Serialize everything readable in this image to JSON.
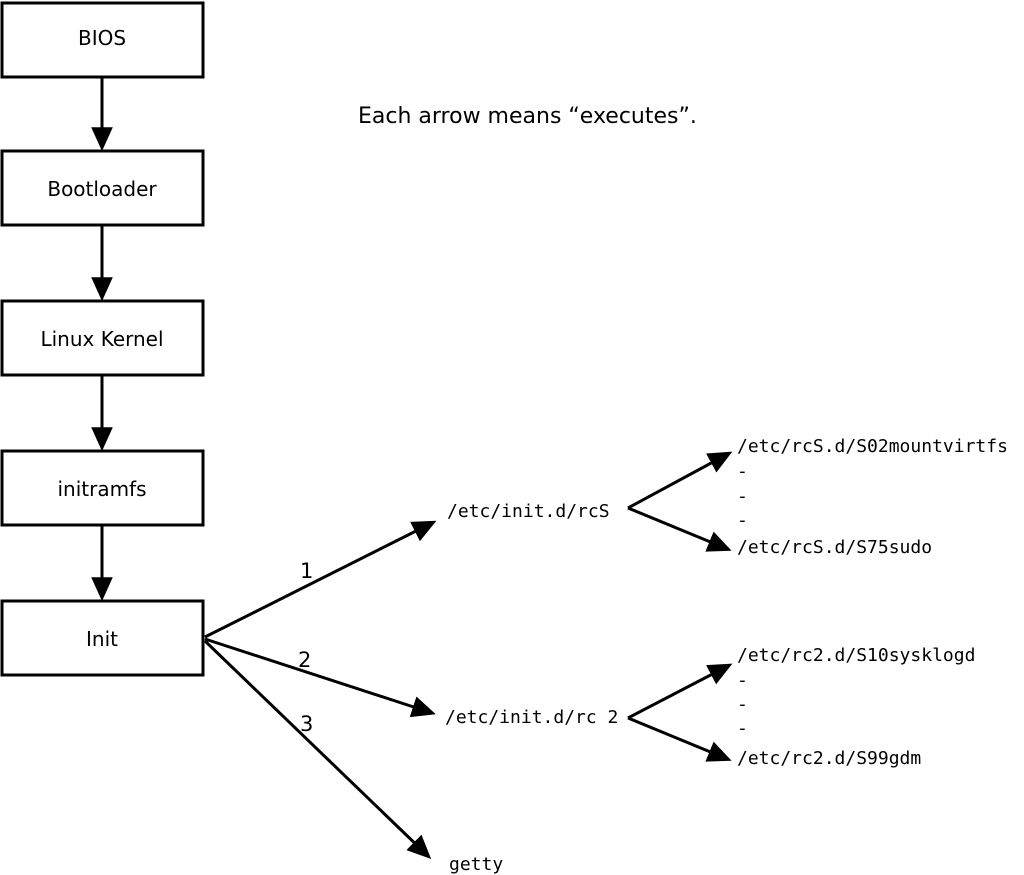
{
  "note": "Each arrow means “executes”.",
  "boxes": [
    {
      "label": "BIOS"
    },
    {
      "label": "Bootloader"
    },
    {
      "label": "Linux Kernel"
    },
    {
      "label": "initramfs"
    },
    {
      "label": "Init"
    }
  ],
  "init_edges": {
    "rcS": {
      "number": "1",
      "target": "/etc/init.d/rcS"
    },
    "rc2": {
      "number": "2",
      "target": "/etc/init.d/rc 2"
    },
    "getty": {
      "number": "3",
      "target": "getty"
    }
  },
  "rcS_children": {
    "first": "/etc/rcS.d/S02mountvirtfs",
    "ellipsis_dash": "-",
    "last": "/etc/rcS.d/S75sudo"
  },
  "rc2_children": {
    "first": "/etc/rc2.d/S10sysklogd",
    "ellipsis_dash": "-",
    "last": "/etc/rc2.d/S99gdm"
  },
  "colors": {
    "line": "#000000",
    "background": "#ffffff"
  }
}
